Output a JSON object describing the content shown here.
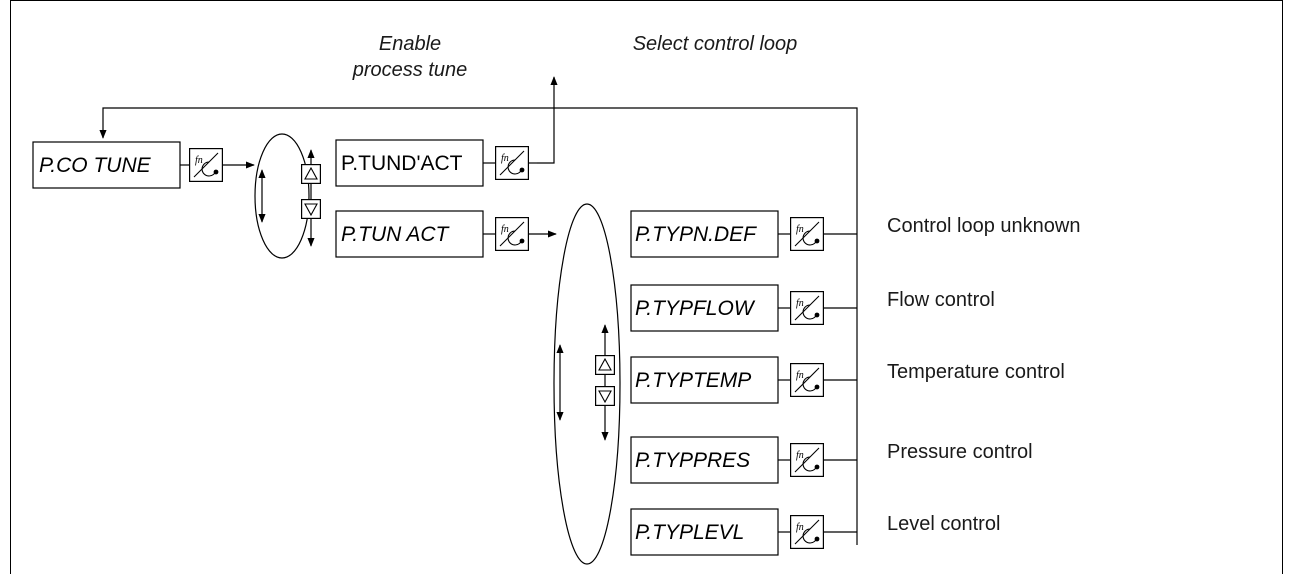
{
  "headers": {
    "enable_line1": "Enable",
    "enable_line2": "process tune",
    "select": "Select control loop"
  },
  "menu": {
    "co_tune": "P.CO TUNE",
    "tund_act": "P.TUND'ACT",
    "tun_act": "P.TUN ACT"
  },
  "options": [
    {
      "code": "P.TYPN.DEF",
      "desc": "Control loop unknown"
    },
    {
      "code": "P.TYPFLOW",
      "desc": "Flow control"
    },
    {
      "code": "P.TYPTEMP",
      "desc": "Temperature control"
    },
    {
      "code": "P.TYPPRES",
      "desc": "Pressure control"
    },
    {
      "code": "P.TYPLEVL",
      "desc": "Level control"
    }
  ],
  "icons": {
    "function_key": "fn-enter-key-icon",
    "up_key": "up-triangle-key-icon",
    "down_key": "down-triangle-key-icon"
  }
}
